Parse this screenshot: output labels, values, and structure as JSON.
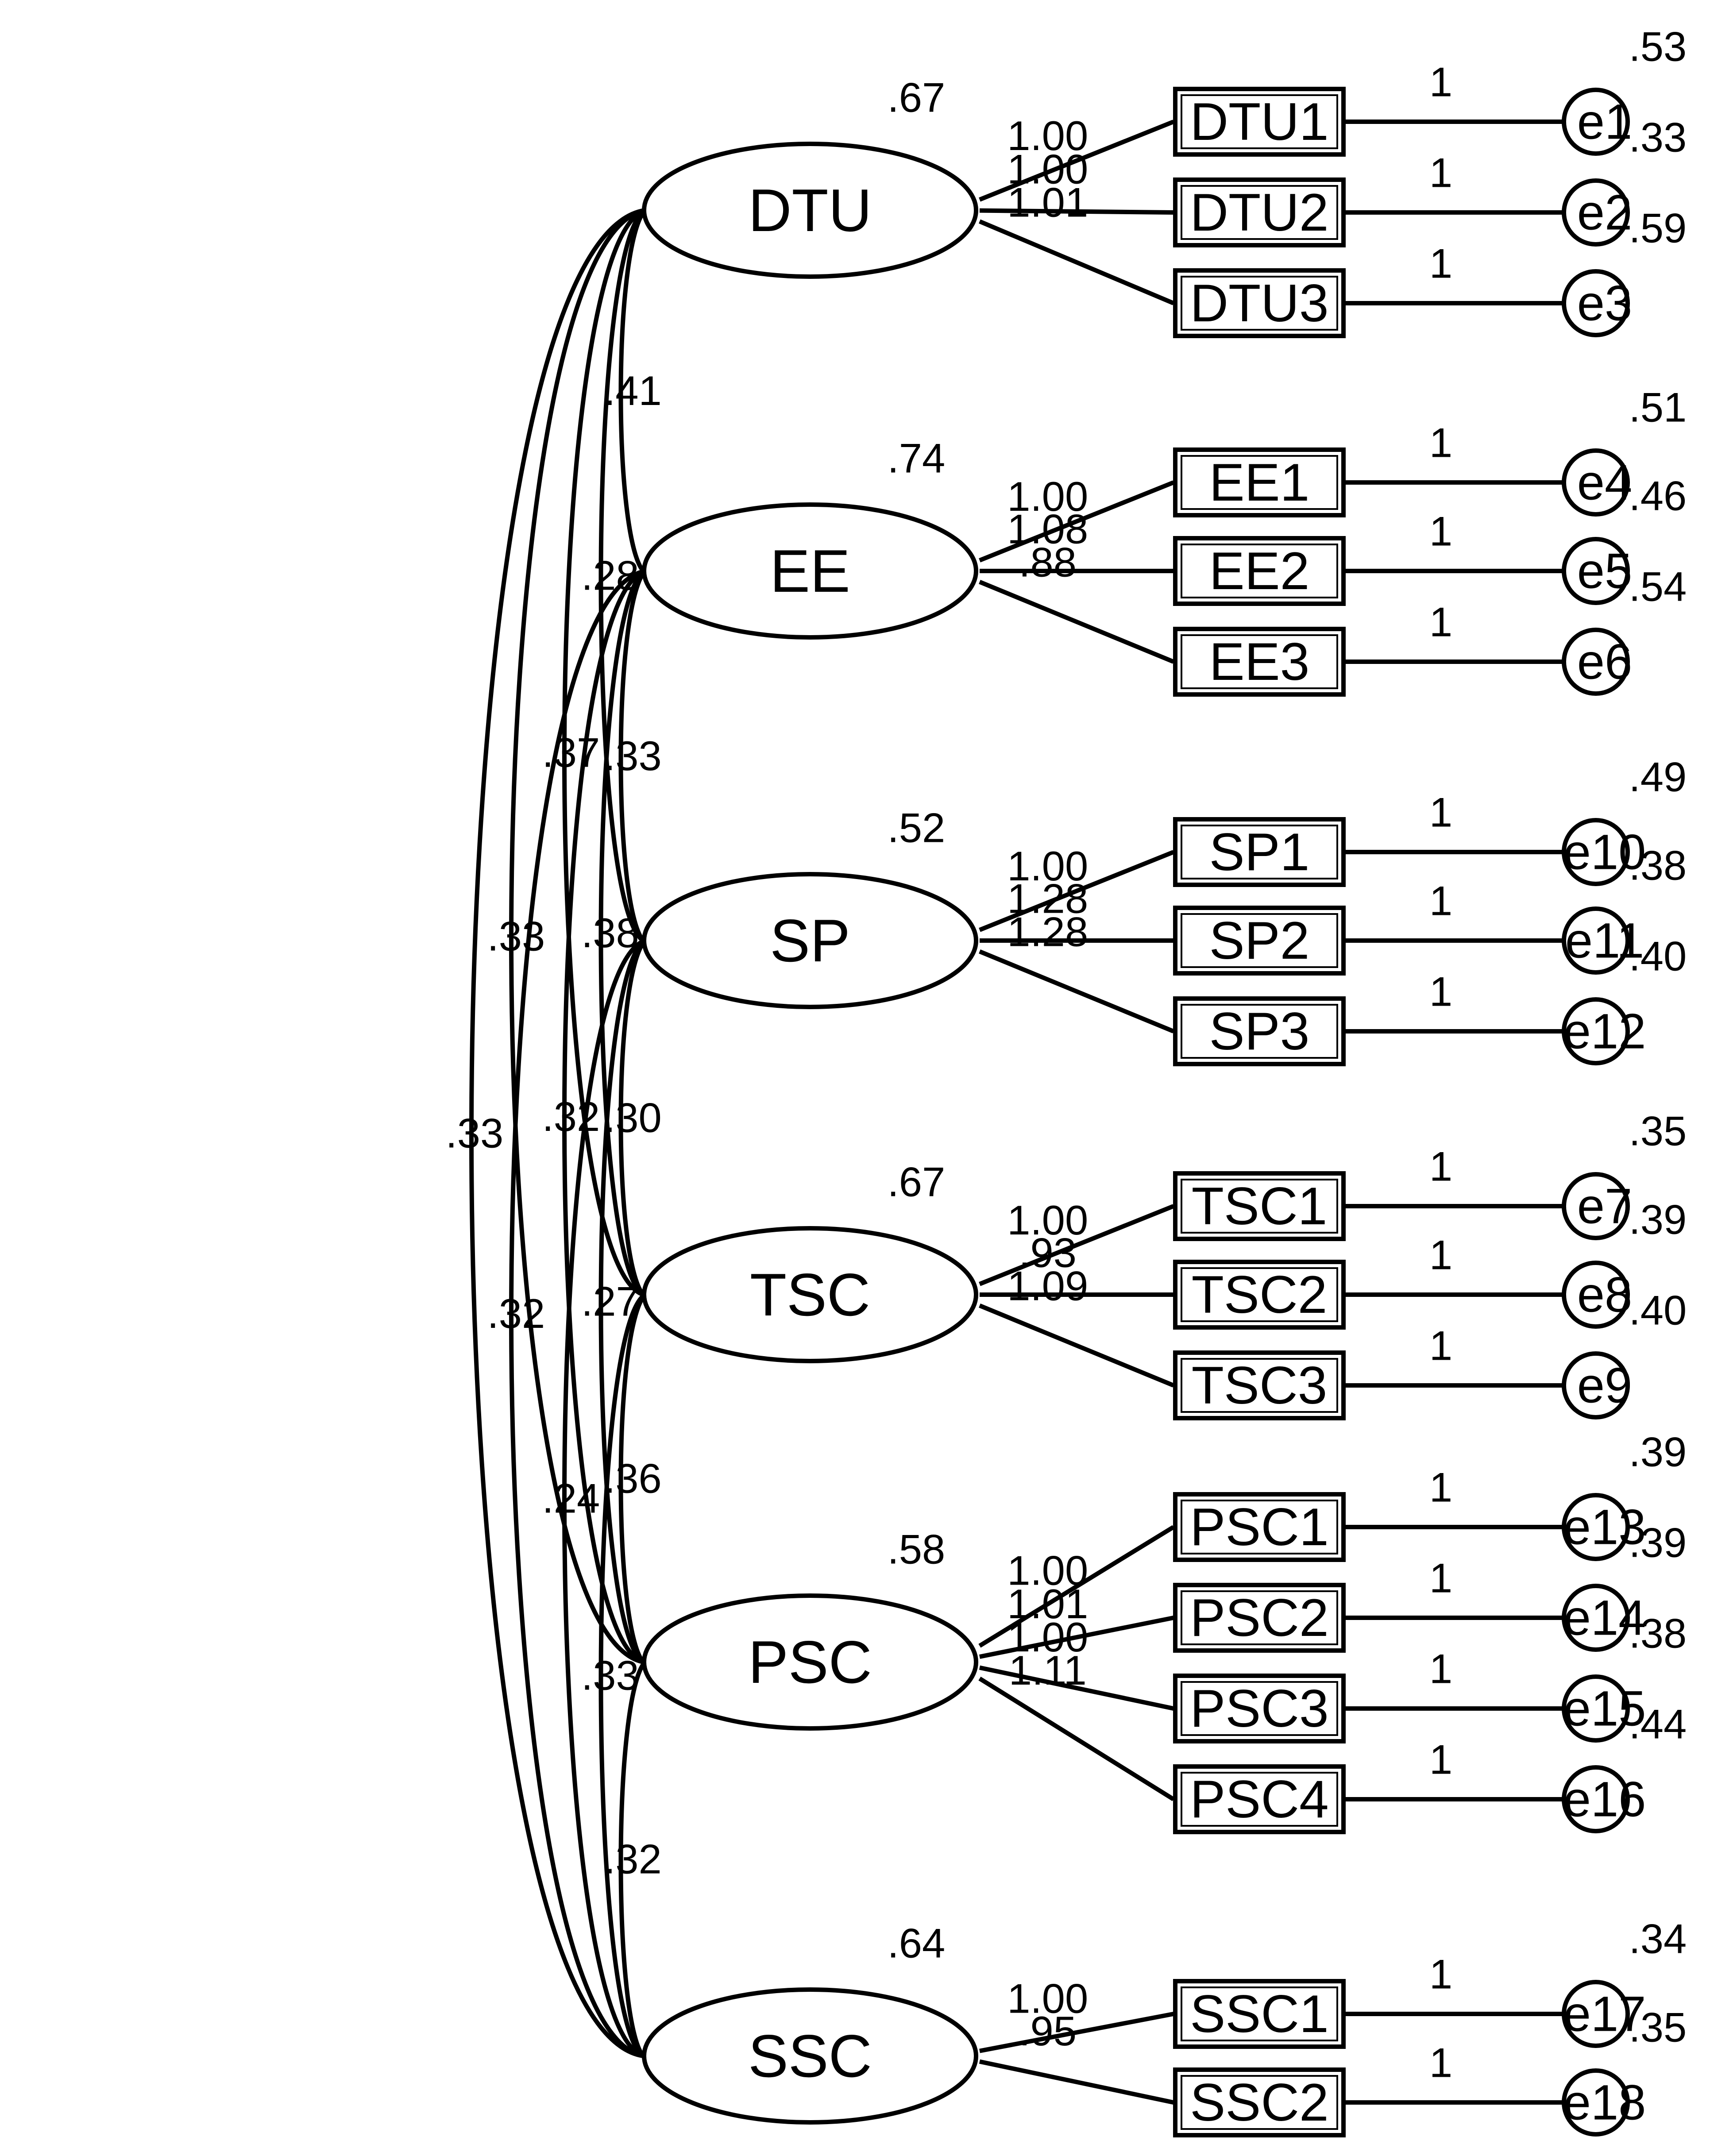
{
  "latents": [
    {
      "id": "DTU",
      "label": "DTU",
      "variance": ".67"
    },
    {
      "id": "EE",
      "label": "EE",
      "variance": ".74"
    },
    {
      "id": "SP",
      "label": "SP",
      "variance": ".52"
    },
    {
      "id": "TSC",
      "label": "TSC",
      "variance": ".67"
    },
    {
      "id": "PSC",
      "label": "PSC",
      "variance": ".58"
    },
    {
      "id": "SSC",
      "label": "SSC",
      "variance": ".64"
    }
  ],
  "indicators": [
    {
      "label": "DTU1",
      "latent": "DTU",
      "loading": "1.00",
      "error": "e1",
      "error_fixed": "1",
      "error_variance": ".53"
    },
    {
      "label": "DTU2",
      "latent": "DTU",
      "loading": "1.00",
      "error": "e2",
      "error_fixed": "1",
      "error_variance": ".33"
    },
    {
      "label": "DTU3",
      "latent": "DTU",
      "loading": "1.01",
      "error": "e3",
      "error_fixed": "1",
      "error_variance": ".59"
    },
    {
      "label": "EE1",
      "latent": "EE",
      "loading": "1.00",
      "error": "e4",
      "error_fixed": "1",
      "error_variance": ".51"
    },
    {
      "label": "EE2",
      "latent": "EE",
      "loading": "1.08",
      "error": "e5",
      "error_fixed": "1",
      "error_variance": ".46"
    },
    {
      "label": "EE3",
      "latent": "EE",
      "loading": ".88",
      "error": "e6",
      "error_fixed": "1",
      "error_variance": ".54"
    },
    {
      "label": "SP1",
      "latent": "SP",
      "loading": "1.00",
      "error": "e10",
      "error_fixed": "1",
      "error_variance": ".49"
    },
    {
      "label": "SP2",
      "latent": "SP",
      "loading": "1.28",
      "error": "e11",
      "error_fixed": "1",
      "error_variance": ".38"
    },
    {
      "label": "SP3",
      "latent": "SP",
      "loading": "1.28",
      "error": "e12",
      "error_fixed": "1",
      "error_variance": ".40"
    },
    {
      "label": "TSC1",
      "latent": "TSC",
      "loading": "1.00",
      "error": "e7",
      "error_fixed": "1",
      "error_variance": ".35"
    },
    {
      "label": "TSC2",
      "latent": "TSC",
      "loading": ".93",
      "error": "e8",
      "error_fixed": "1",
      "error_variance": ".39"
    },
    {
      "label": "TSC3",
      "latent": "TSC",
      "loading": "1.09",
      "error": "e9",
      "error_fixed": "1",
      "error_variance": ".40"
    },
    {
      "label": "PSC1",
      "latent": "PSC",
      "loading": "1.00",
      "error": "e13",
      "error_fixed": "1",
      "error_variance": ".39"
    },
    {
      "label": "PSC2",
      "latent": "PSC",
      "loading": "1.01",
      "error": "e14",
      "error_fixed": "1",
      "error_variance": ".39"
    },
    {
      "label": "PSC3",
      "latent": "PSC",
      "loading": "1.00",
      "error": "e15",
      "error_fixed": "1",
      "error_variance": ".38"
    },
    {
      "label": "PSC4",
      "latent": "PSC",
      "loading": "1.11",
      "error": "e16",
      "error_fixed": "1",
      "error_variance": ".44"
    },
    {
      "label": "SSC1",
      "latent": "SSC",
      "loading": "1.00",
      "error": "e17",
      "error_fixed": "1",
      "error_variance": ".34"
    },
    {
      "label": "SSC2",
      "latent": "SSC",
      "loading": ".95",
      "error": "e18",
      "error_fixed": "1",
      "error_variance": ".35"
    }
  ],
  "covariances": [
    {
      "from": "DTU",
      "to": "EE",
      "value": ".41"
    },
    {
      "from": "DTU",
      "to": "SP",
      "value": ".28"
    },
    {
      "from": "DTU",
      "to": "TSC",
      "value": ".37"
    },
    {
      "from": "DTU",
      "to": "PSC",
      "value": ".33"
    },
    {
      "from": "DTU",
      "to": "SSC",
      "value": ".33"
    },
    {
      "from": "EE",
      "to": "SP",
      "value": ".33"
    },
    {
      "from": "EE",
      "to": "TSC",
      "value": ".38"
    },
    {
      "from": "EE",
      "to": "PSC",
      "value": ".32"
    },
    {
      "from": "EE",
      "to": "SSC",
      "value": ".32"
    },
    {
      "from": "SP",
      "to": "TSC",
      "value": ".30"
    },
    {
      "from": "SP",
      "to": "PSC",
      "value": ".27"
    },
    {
      "from": "SP",
      "to": "SSC",
      "value": ".24"
    },
    {
      "from": "TSC",
      "to": "PSC",
      "value": ".36"
    },
    {
      "from": "TSC",
      "to": "SSC",
      "value": ".33"
    },
    {
      "from": "PSC",
      "to": "SSC",
      "value": ".32"
    }
  ]
}
